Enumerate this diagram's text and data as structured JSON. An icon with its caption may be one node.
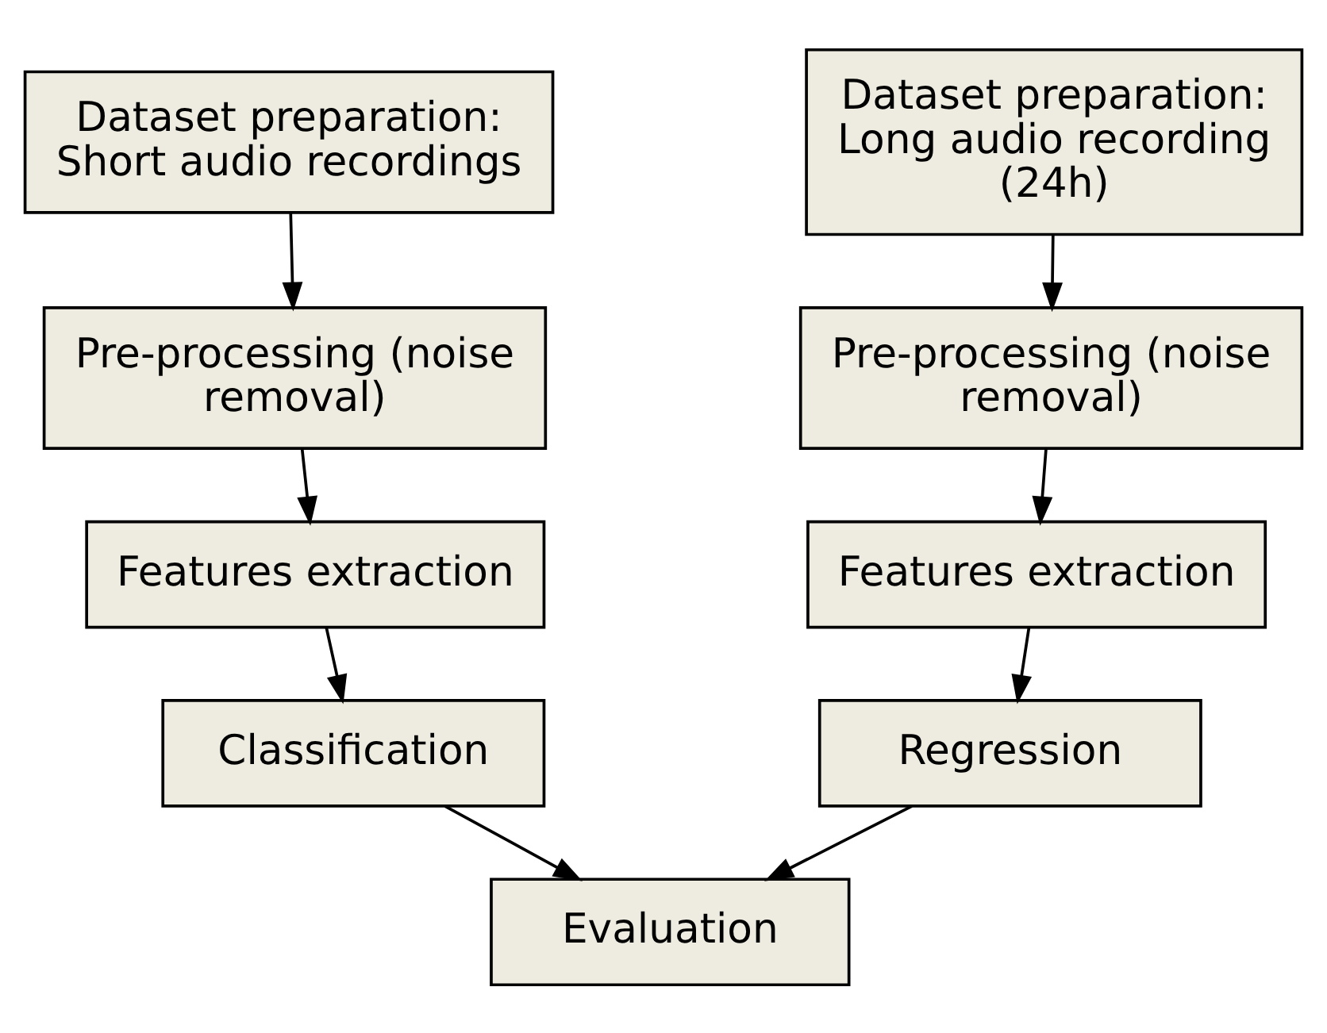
{
  "diagram": {
    "nodes": [
      {
        "text": [
          "Dataset preparation: Short audio recordings"
        ]
      },
      {
        "text": [
          "Pre-processing (noise removal)"
        ]
      },
      {
        "text": [
          "Features extraction"
        ]
      },
      {
        "text": [
          "Classification"
        ]
      },
      {
        "text": [
          "Dataset preparation: Long audio recording (24h)"
        ]
      },
      {
        "text": [
          "Pre-processing (noise removal)"
        ]
      },
      {
        "text": [
          "Features extraction"
        ]
      },
      {
        "text": [
          "Regression"
        ]
      },
      {
        "text": [
          "Evaluation"
        ]
      }
    ],
    "edges": [
      {
        "from": 0,
        "to": 1,
        "arrow": "to"
      },
      {
        "from": 1,
        "to": 2,
        "arrow": "to"
      },
      {
        "from": 2,
        "to": 3,
        "arrow": "to"
      },
      {
        "from": 4,
        "to": 5,
        "arrow": "to"
      },
      {
        "from": 5,
        "to": 6,
        "arrow": "to"
      },
      {
        "from": 6,
        "to": 7,
        "arrow": "to"
      },
      {
        "from": 3,
        "to": 8,
        "arrow": "to"
      },
      {
        "from": 7,
        "to": 8,
        "arrow": "to"
      }
    ]
  }
}
